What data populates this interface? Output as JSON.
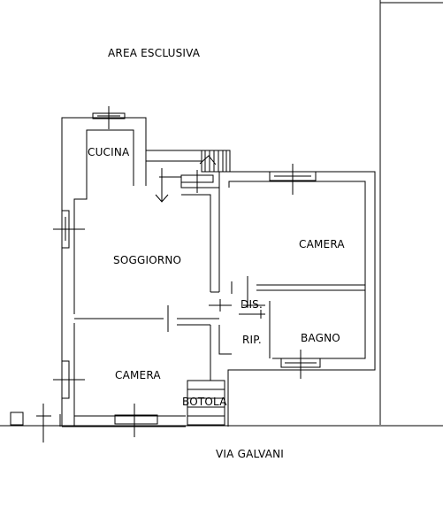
{
  "labels": {
    "area": "AREA ESCLUSIVA",
    "cucina": "CUCINA",
    "soggiorno": "SOGGIORNO",
    "camera_top": "CAMERA",
    "dis": "DIS.",
    "rip": "RIP.",
    "bagno": "BAGNO",
    "camera_bottom": "CAMERA",
    "botola": "BOTOLA",
    "street": "VIA GALVANI"
  }
}
